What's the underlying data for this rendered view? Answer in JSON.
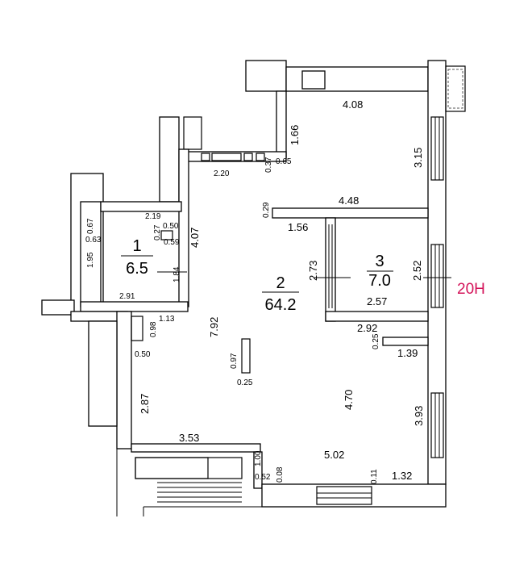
{
  "rooms": [
    {
      "number": "1",
      "area": "6.5"
    },
    {
      "number": "2",
      "area": "64.2"
    },
    {
      "number": "3",
      "area": "7.0"
    }
  ],
  "marker": "20Н",
  "dims": {
    "d408": "4.08",
    "d166": "1.66",
    "d315": "3.15",
    "d065": "0.65",
    "d037": "0.37",
    "d220": "2.20",
    "d448": "4.48",
    "d029": "0.29",
    "d156": "1.56",
    "d219": "2.19",
    "d067": "0.67",
    "d050a": "0.50",
    "d027": "0.27",
    "d059": "0.59",
    "d063": "0.63",
    "d407": "4.07",
    "d195": "1.95",
    "d184": "1.84",
    "d291": "2.91",
    "d273": "2.73",
    "d252": "2.52",
    "d257": "2.57",
    "d113": "1.13",
    "d098": "0.98",
    "d050b": "0.50",
    "d792": "7.92",
    "d292": "2.92",
    "d025a": "0.25",
    "d139": "1.39",
    "d097": "0.97",
    "d025b": "0.25",
    "d470": "4.70",
    "d287": "2.87",
    "d393": "3.93",
    "d353": "3.53",
    "d100": "1.00",
    "d502": "5.02",
    "d052": "0.52",
    "d008": "0.08",
    "d011": "0.11",
    "d132": "1.32"
  }
}
